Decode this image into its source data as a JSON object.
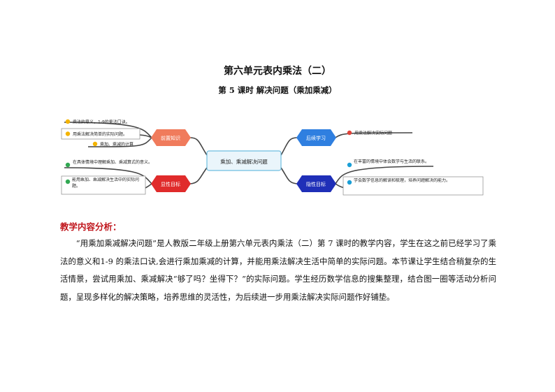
{
  "document": {
    "title": "第六单元表内乘法（二）",
    "subtitle": "第 5 课时  解决问题（乘加乘减）"
  },
  "mindmap": {
    "center": "乘加、乘减解决问题",
    "branches": {
      "prior": {
        "label": "前置知识",
        "color": "#f07b5c",
        "items": [
          "乘法的意义，1-9的乘法口诀。",
          "用乘法解决简单的实际问题。",
          "乘加、乘减的计算"
        ]
      },
      "followup": {
        "label": "后续学习",
        "color": "#2f7fe0",
        "items": [
          "用乘法解决实际问题"
        ]
      },
      "explicit": {
        "label": "显性目标",
        "color": "#e02b2b",
        "items": [
          "在具体情境中理解乘加、乘减算式的意义。",
          "能用乘加、乘减解决生活中的实际问题。"
        ]
      },
      "implicit": {
        "label": "隐性目标",
        "color": "#1f2fb8",
        "items": [
          "在丰富的情境中体会数学与生活的联系。",
          "学会数学信息的解读和梳理，培养问题解决的能力。"
        ]
      }
    }
  },
  "analysis": {
    "heading": "教学内容分析：",
    "paragraph": "“用乘加乘减解决问题”是人教版二年级上册第六单元表内乘法（二）第 7 课时的教学内容，学生在这之前已经学习了乘法的意义和1-9 的乘法口诀,会进行乘加乘减的计算，并能用乘法解决生活中简单的实际问题。本节课让学生结合稍复杂的生活情景，尝试用乘加、乘减解决“够了吗？坐得下？”的实际问题。学生经历数学信息的搜集整理，结合图一圈等活动分析问题，呈现多样化的解决策略，培养思维的灵活性，为后续进一步用乘法解决实际问题作好铺垫。"
  }
}
